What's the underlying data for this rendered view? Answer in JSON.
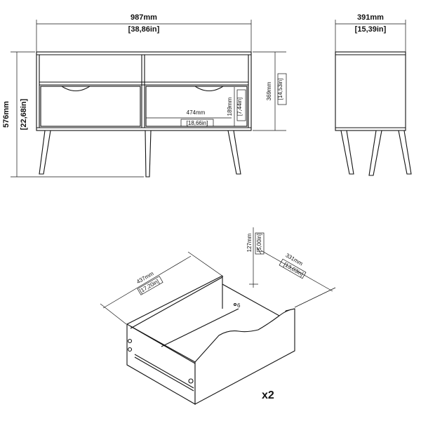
{
  "dimensions": {
    "width_mm": "987mm",
    "width_in": "[38,86in]",
    "depth_mm": "391mm",
    "depth_in": "[15,39in]",
    "height_mm": "576mm",
    "height_in": "[22,68in]",
    "body_height_mm": "369mm",
    "body_height_in": "[14,53in]",
    "compartment_width_mm": "474mm",
    "compartment_width_in": "[18,66in]",
    "compartment_height_mm": "189mm",
    "compartment_height_in": "[7,44in]"
  },
  "drawer": {
    "width_mm": "437mm",
    "width_in": "[17,20in]",
    "depth_mm": "331mm",
    "depth_in": "[13,03in]",
    "height_mm": "127mm",
    "height_in": "[5,00in]",
    "quantity": "x2",
    "part_mark": "6"
  }
}
